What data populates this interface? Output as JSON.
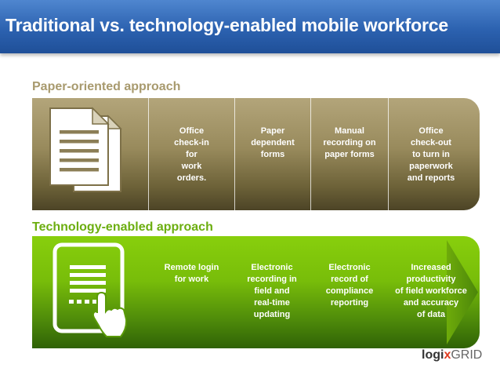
{
  "header": {
    "title": "Traditional vs. technology-enabled mobile workforce"
  },
  "paper_section": {
    "title": "Paper-oriented approach",
    "icon": "documents-icon",
    "steps": [
      "Office\ncheck-in\nfor\nwork\norders.",
      "Paper\ndependent\nforms",
      "Manual\nrecording on\npaper forms",
      "Office\ncheck-out\nto turn in\npaperwork\nand reports"
    ]
  },
  "tech_section": {
    "title": "Technology-enabled approach",
    "icon": "tablet-touch-icon",
    "steps": [
      "Remote login\nfor work",
      "Electronic\nrecording in\nfield and\nreal-time\nupdating",
      "Electronic\nrecord of\ncompliance\nreporting",
      "Increased\nproductivity\nof field workforce\nand accuracy\nof data"
    ]
  },
  "branding": {
    "logo_part1": "logi",
    "logo_part2": "x",
    "logo_part3": "GRID"
  },
  "colors": {
    "title_bar": "#2c62b0",
    "paper_panel": "#988a5c",
    "paper_title": "#a89a6e",
    "tech_panel": "#78bd0a",
    "tech_title": "#6cae10",
    "logo_accent": "#e03a1e"
  }
}
